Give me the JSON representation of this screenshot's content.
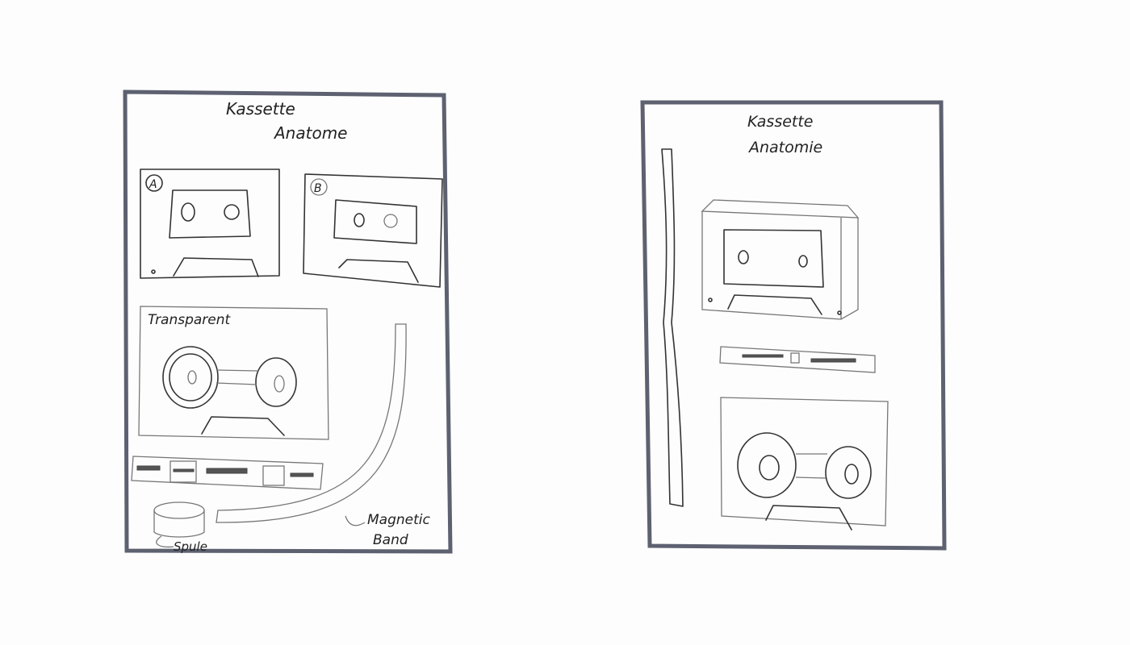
{
  "left_sheet": {
    "title_line1": "Kassette",
    "title_line2": "Anatome",
    "label_a": "A",
    "label_b": "B",
    "transparent_label": "Transparent",
    "magnetic_label_line1": "Magnetic",
    "magnetic_label_line2": "Band",
    "spool_label": "Spule"
  },
  "right_sheet": {
    "title_line1": "Kassette",
    "title_line2": "Anatomie"
  }
}
